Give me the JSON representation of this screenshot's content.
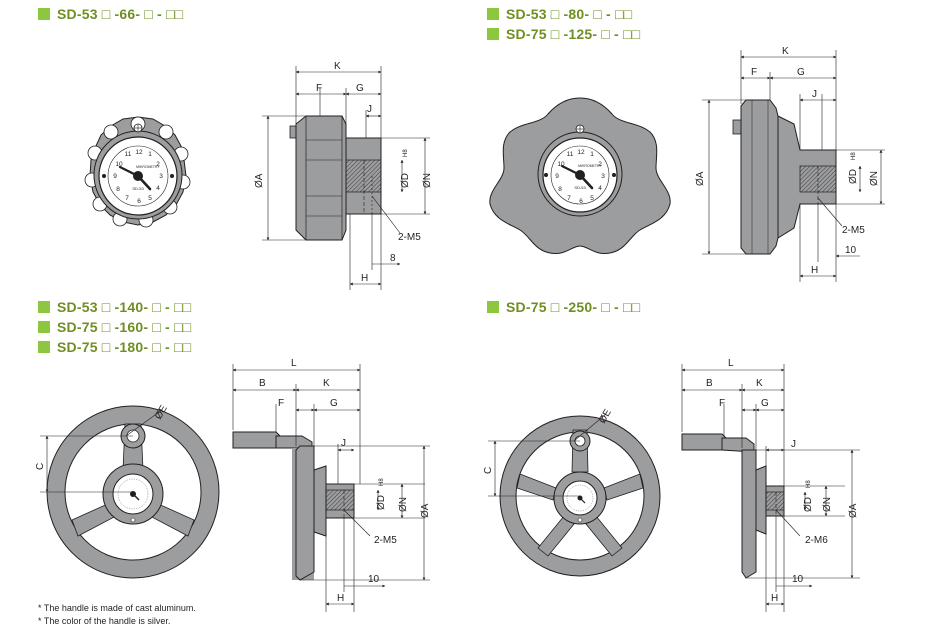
{
  "theme": {
    "accent": "#8dc63f",
    "title_color": "#6f8f22"
  },
  "titles": {
    "t1": [
      "SD-53 □ -66- □ - □□"
    ],
    "t2": [
      "SD-53 □ -80- □ - □□",
      "SD-75 □ -125- □ - □□"
    ],
    "t3": [
      "SD-53 □ -140- □ - □□",
      "SD-75 □ -160- □ - □□",
      "SD-75 □ -180- □ - □□"
    ],
    "t4": [
      "SD-75 □ -250- □ - □□"
    ]
  },
  "dial": {
    "brand": "MIKROMETRY",
    "model": "SD-53",
    "numbers": [
      "11",
      "12",
      "1",
      "2",
      "3",
      "4",
      "5",
      "6",
      "7",
      "8",
      "9",
      "10"
    ]
  },
  "labels": {
    "K": "K",
    "F": "F",
    "G": "G",
    "J": "J",
    "H": "H",
    "L": "L",
    "B": "B",
    "C": "C",
    "phiA": "ØA",
    "phiD": "ØD",
    "H8": "H8",
    "phiN": "ØN",
    "phiE": "ØE",
    "m5": "2-M5",
    "m6": "2-M6",
    "eight": "8",
    "ten": "10"
  },
  "notes": {
    "n1": "* The handle is made of cast aluminum.",
    "n2": "* The color of the handle is silver."
  }
}
